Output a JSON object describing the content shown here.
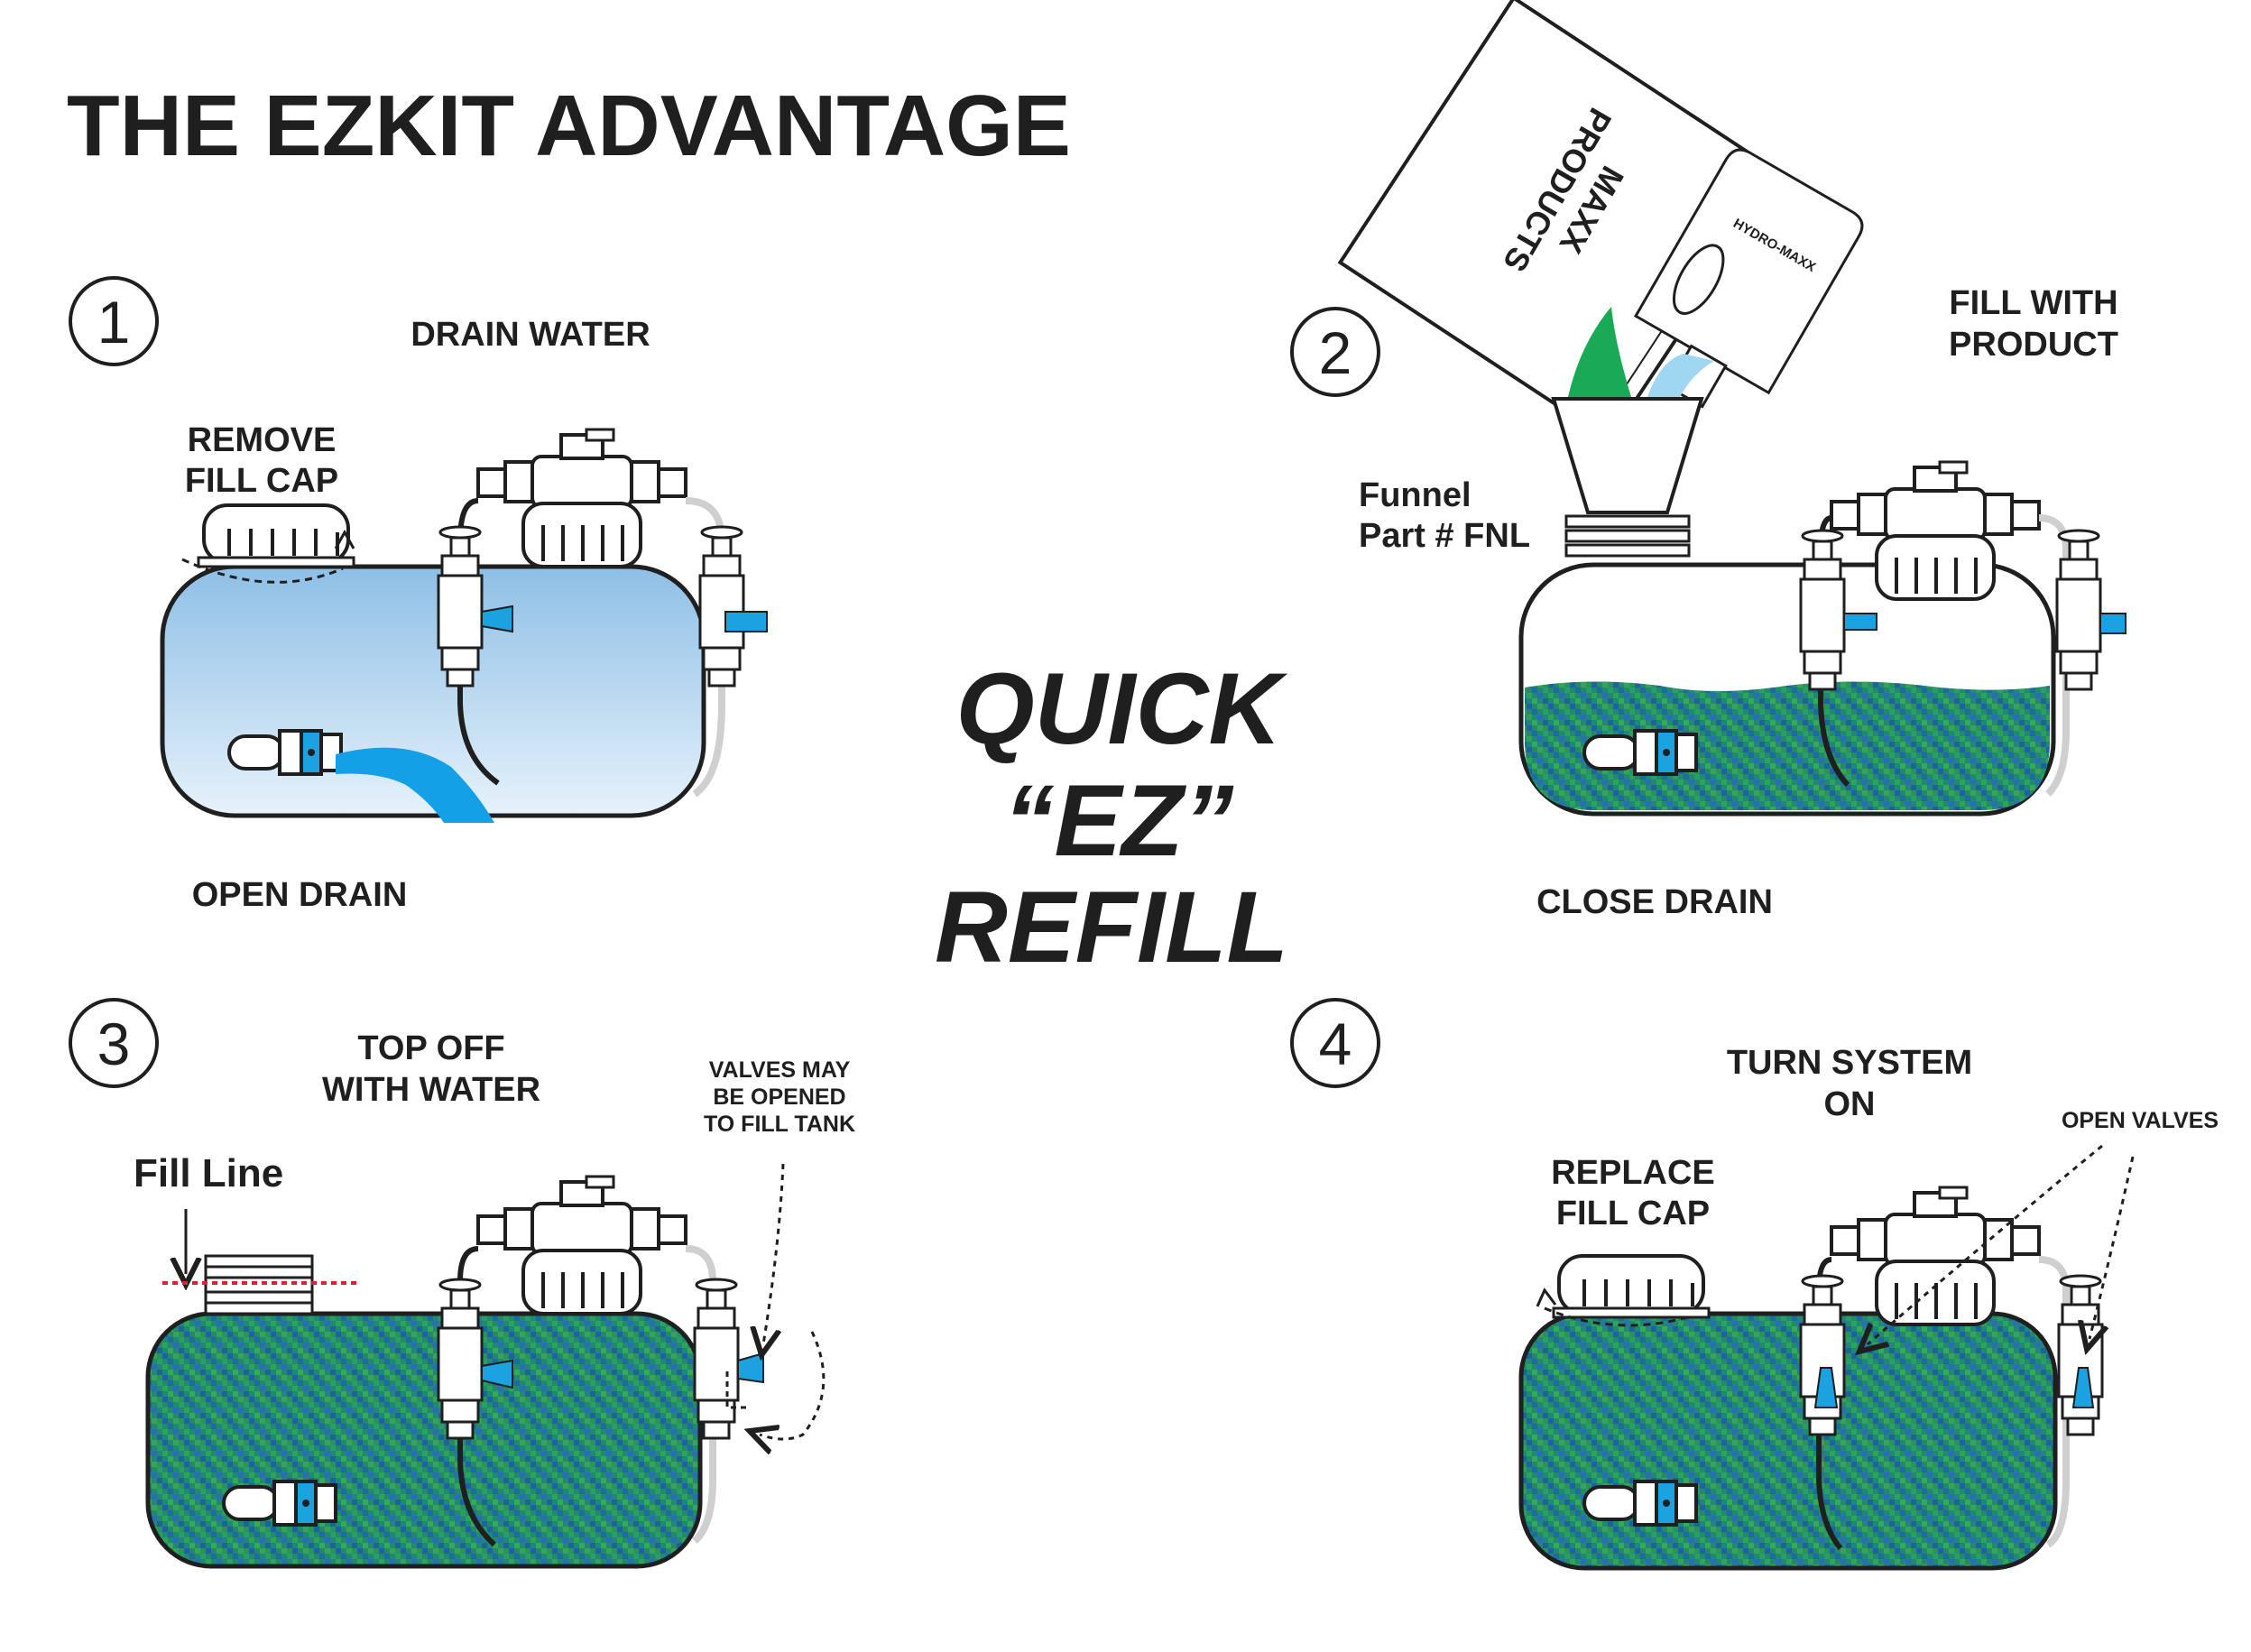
{
  "title": "THE EZKIT ADVANTAGE",
  "center": {
    "line1": "QUICK",
    "line2": "“EZ”",
    "line3": "REFILL"
  },
  "steps": [
    {
      "number": "1",
      "heading": "DRAIN WATER",
      "note_line1": "REMOVE",
      "note_line2": "FILL CAP",
      "bottom": "OPEN DRAIN"
    },
    {
      "number": "2",
      "heading_line1": "FILL WITH",
      "heading_line2": "PRODUCT",
      "funnel_line1": "Funnel",
      "funnel_line2": "Part # FNL",
      "bottom": "CLOSE DRAIN",
      "bag_line1": "MAXX",
      "bag_line2": "PRODUCTS",
      "bottle": "HYDRO-MAXX"
    },
    {
      "number": "3",
      "heading_line1": "TOP OFF",
      "heading_line2": "WITH WATER",
      "note_line1": "VALVES MAY",
      "note_line2": "BE OPENED",
      "note_line3": "TO FILL TANK",
      "fill_line": "Fill Line"
    },
    {
      "number": "4",
      "heading_line1": "TURN SYSTEM",
      "heading_line2": "ON",
      "note_line1": "REPLACE",
      "note_line2": "FILL CAP",
      "valves": "OPEN VALVES"
    }
  ],
  "colors": {
    "valve_blue": "#1aa3e0",
    "green_liquid": "#1e8a6e",
    "water_light": "#bfdcf2",
    "drain_blue": "#14a0e6",
    "fill_line_red": "#e0202a",
    "bag_green": "#1aa955"
  }
}
